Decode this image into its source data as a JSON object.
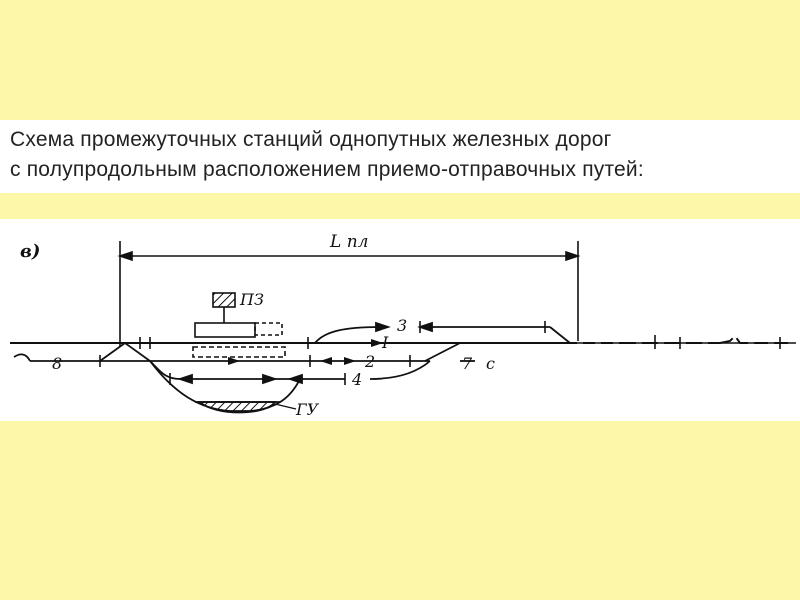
{
  "caption": {
    "line1": "Схема промежуточных станций однопутных железных дорог",
    "line2": "с полупродольным расположением приемо-отправочных путей:"
  },
  "diagram": {
    "variant_label": "в)",
    "length_label": "L пл",
    "passenger_building_label": "ПЗ",
    "cargo_yard_label": "ГУ",
    "track_labels": {
      "track_1": "I",
      "track_2": "2",
      "track_3": "3",
      "track_4": "4",
      "track_7": "7",
      "track_8": "8",
      "end_c": "с"
    }
  }
}
